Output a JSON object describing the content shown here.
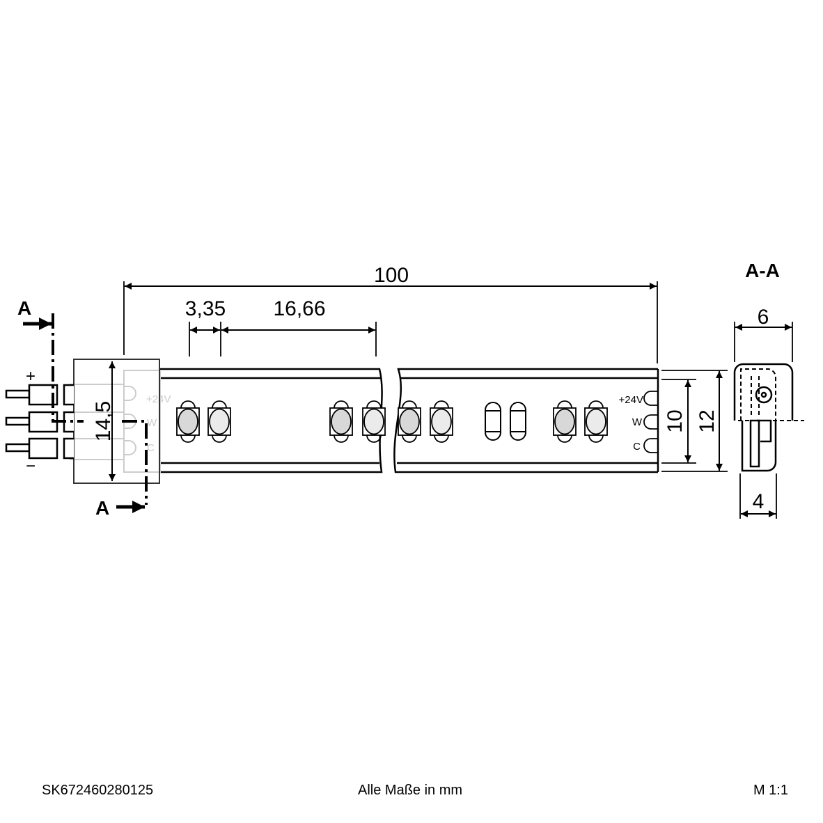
{
  "drawing": {
    "dimensions": {
      "total_length": "100",
      "led_pitch": "3,35",
      "segment": "16,66",
      "connector_height": "14,5",
      "inner_width": "10",
      "outer_width": "12",
      "section_width": "6",
      "section_base": "4"
    },
    "section_label": "A-A",
    "section_marker": "A",
    "contacts": [
      "+24V",
      "W",
      "C"
    ],
    "polarity": {
      "plus": "+",
      "minus": "−"
    },
    "colors": {
      "line": "#000000",
      "led_warm": "#d8d8d8",
      "led_cold": "#ebebeb",
      "ghost": "#cccccc"
    }
  },
  "footer": {
    "part_number": "SK672460280125",
    "units_note": "Alle Maße in mm",
    "scale": "M 1:1"
  }
}
